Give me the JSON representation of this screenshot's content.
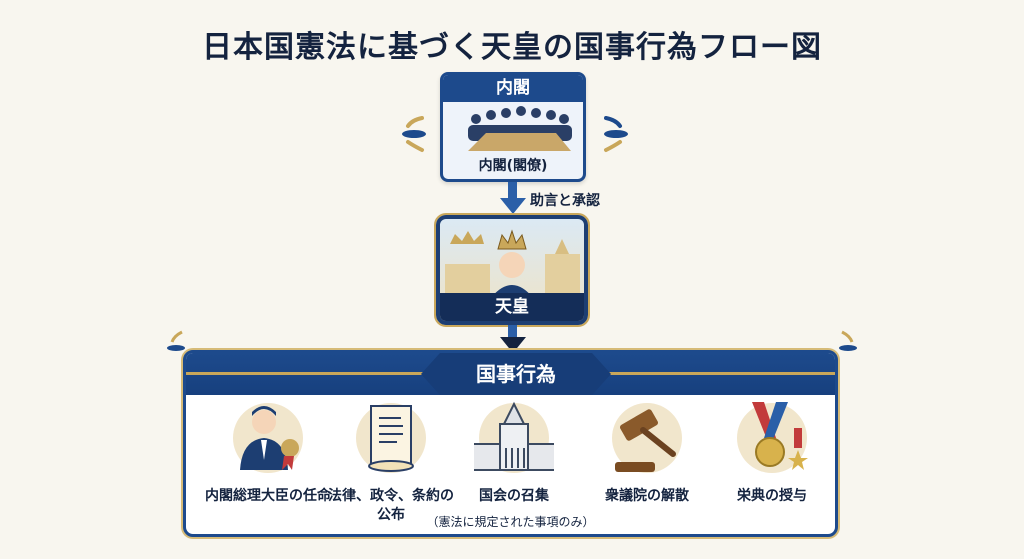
{
  "title": "日本国憲法に基づく天皇の国事行為フロー図",
  "cabinet": {
    "header": "内閣",
    "caption": "内閣(閣僚)"
  },
  "advice_label": "助言と承認",
  "emperor": {
    "label": "天皇"
  },
  "acts": {
    "header": "国事行為",
    "items": [
      {
        "label": "内閣総理大臣の任命",
        "icon": "prime-minister-icon"
      },
      {
        "label": "法律、政令、条約の公布",
        "icon": "scroll-icon"
      },
      {
        "label": "国会の召集",
        "icon": "diet-building-icon"
      },
      {
        "label": "衆議院の解散",
        "icon": "gavel-icon"
      },
      {
        "label": "栄典の授与",
        "icon": "medal-icon"
      }
    ],
    "note": "（憲法に規定された事項のみ）"
  },
  "colors": {
    "navy": "#1d4a8c",
    "gold": "#c9a75a",
    "bg": "#f8f6ef"
  }
}
